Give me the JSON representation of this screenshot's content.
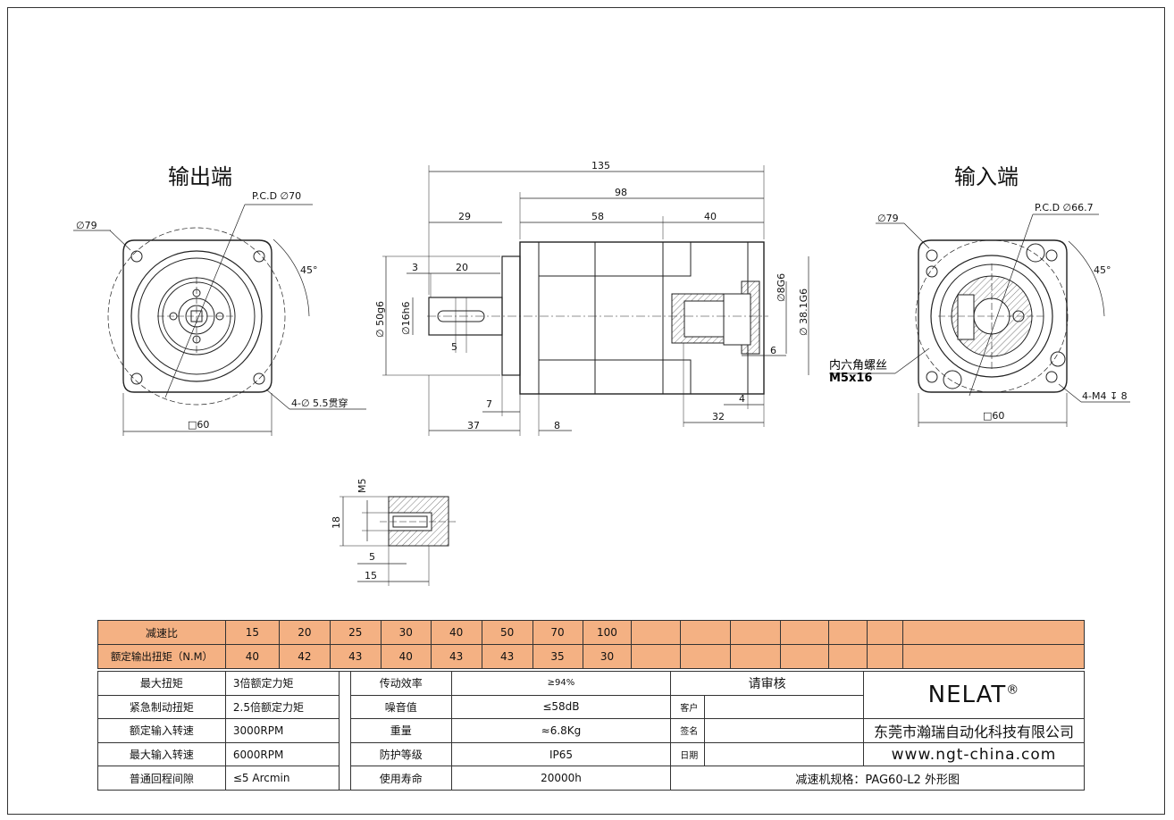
{
  "views": {
    "output_title": "输出端",
    "input_title": "输入端"
  },
  "output_view": {
    "dia_outer": "∅79",
    "pcd": "P.C.D ∅70",
    "angle": "45°",
    "holes": "4-∅ 5.5贯穿",
    "square": "□60"
  },
  "side_view": {
    "len_total": "135",
    "len_98": "98",
    "len_29": "29",
    "len_58": "58",
    "len_40": "40",
    "len_3": "3",
    "len_20": "20",
    "len_5": "5",
    "len_7": "7",
    "len_37": "37",
    "len_8": "8",
    "len_6": "6",
    "len_4": "4",
    "len_32": "32",
    "dia_50": "∅ 50g6",
    "dia_16": "∅16h6",
    "dia_8": "∅8G6",
    "dia_38": "∅ 38.1G6",
    "hex_screw": "内六角螺丝",
    "hex_spec": "M5x16"
  },
  "input_view": {
    "dia_outer": "∅79",
    "pcd": "P.C.D ∅66.7",
    "angle": "45°",
    "holes": "4-M4 ↧ 8",
    "square": "□60"
  },
  "key_detail": {
    "m5": "M5",
    "h18": "18",
    "l5": "5",
    "l15": "15"
  },
  "ratio_table": {
    "row1_label": "减速比",
    "row2_label": "额定输出扭矩（N.M）",
    "ratios": [
      "15",
      "20",
      "25",
      "30",
      "40",
      "50",
      "70",
      "100",
      "",
      "",
      "",
      "",
      "",
      ""
    ],
    "torques": [
      "40",
      "42",
      "43",
      "40",
      "43",
      "43",
      "35",
      "30",
      "",
      "",
      "",
      "",
      "",
      ""
    ]
  },
  "spec_rows": [
    {
      "label": "最大扭矩",
      "value": "3倍额定力矩",
      "label2": "传动效率",
      "value2": "≥94%"
    },
    {
      "label": "紧急制动扭矩",
      "value": "2.5倍额定力矩",
      "label2": "噪音值",
      "value2": "≤58dB"
    },
    {
      "label": "额定输入转速",
      "value": "3000RPM",
      "label2": "重量",
      "value2": "≈6.8Kg"
    },
    {
      "label": "最大输入转速",
      "value": "6000RPM",
      "label2": "防护等级",
      "value2": "IP65"
    },
    {
      "label": "普通回程间隙",
      "value": "≤5 Arcmin",
      "label2": "使用寿命",
      "value2": "20000h"
    }
  ],
  "approval": {
    "header": "请审核",
    "customer": "客户",
    "signature": "签名",
    "date": "日期"
  },
  "company": {
    "brand": "NELAT",
    "registered": "®",
    "name": "东莞市瀚瑞自动化科技有限公司",
    "website": "www.ngt-china.com",
    "model": "减速机规格：PAG60-L2 外形图"
  }
}
